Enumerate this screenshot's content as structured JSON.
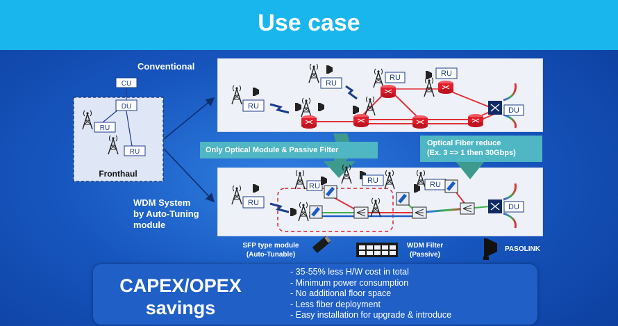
{
  "header": {
    "title": "Use case"
  },
  "fronthaul_box": {
    "cu_label": "CU",
    "du_label": "DU",
    "ru_label_1": "RU",
    "ru_label_2": "RU",
    "caption": "Fronthaul"
  },
  "conventional": {
    "label": "Conventional",
    "ru_labels": [
      "RU",
      "RU",
      "RU",
      "RU"
    ],
    "du_label": "DU"
  },
  "wdm": {
    "label_line1": "WDM System",
    "label_line2": "by Auto-Tuning",
    "label_line3": "module",
    "ru_labels": [
      "RU",
      "RU",
      "RU",
      "RU"
    ],
    "du_label": "DU"
  },
  "callouts": {
    "optical_module": "Only Optical Module & Passive Filter",
    "fiber_reduce_line1": "Optical Fiber reduce",
    "fiber_reduce_line2": "(Ex. 3 => 1 then 30Gbps)"
  },
  "legend": {
    "sfp_line1": "SFP type module",
    "sfp_line2": "(Auto-Tunable)",
    "wdm_line1": "WDM Filter",
    "wdm_line2": "(Passive)",
    "pasolink": "PASOLINK"
  },
  "savings": {
    "title_line1": "CAPEX/OPEX",
    "title_line2": "savings",
    "bullets": [
      "- 35-55% less H/W cost in total",
      "- Minimum power consumption",
      "- No additional floor space",
      "- Less fiber deployment",
      "- Easy installation  for upgrade & introduce"
    ]
  },
  "colors": {
    "header": "#19b6ee",
    "background": "#1756bf",
    "panel": "#eef1f8",
    "callout": "#4fb6c3",
    "fiber_red": "#e0303a",
    "router_red": "#e11d2a"
  }
}
